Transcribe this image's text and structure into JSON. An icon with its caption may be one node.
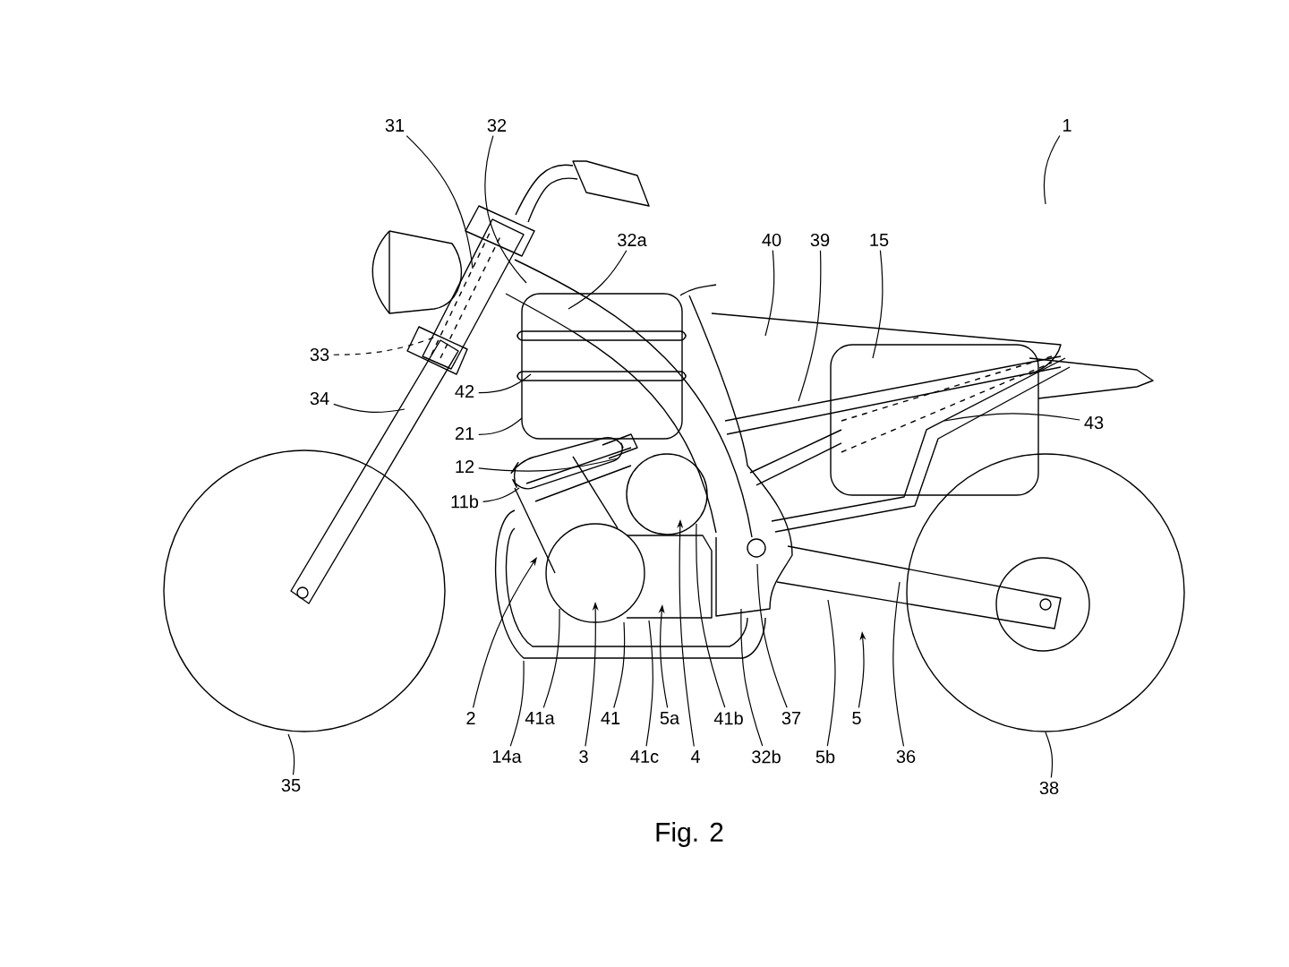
{
  "diagram": {
    "caption": "Fig. 2",
    "nodes": [
      {
        "text": [
          "1"
        ]
      },
      {
        "text": [
          "31"
        ]
      },
      {
        "text": [
          "32"
        ]
      },
      {
        "text": [
          "32a"
        ]
      },
      {
        "text": [
          "33"
        ]
      },
      {
        "text": [
          "34"
        ]
      },
      {
        "text": [
          "42"
        ]
      },
      {
        "text": [
          "21"
        ]
      },
      {
        "text": [
          "12"
        ]
      },
      {
        "text": [
          "11b"
        ]
      },
      {
        "text": [
          "2"
        ]
      },
      {
        "text": [
          "14a"
        ]
      },
      {
        "text": [
          "41a"
        ]
      },
      {
        "text": [
          "3"
        ]
      },
      {
        "text": [
          "41"
        ]
      },
      {
        "text": [
          "41c"
        ]
      },
      {
        "text": [
          "5a"
        ]
      },
      {
        "text": [
          "4"
        ]
      },
      {
        "text": [
          "41b"
        ]
      },
      {
        "text": [
          "32b"
        ]
      },
      {
        "text": [
          "37"
        ]
      },
      {
        "text": [
          "5"
        ]
      },
      {
        "text": [
          "5b"
        ]
      },
      {
        "text": [
          "36"
        ]
      },
      {
        "text": [
          "38"
        ]
      },
      {
        "text": [
          "35"
        ]
      },
      {
        "text": [
          "40"
        ]
      },
      {
        "text": [
          "39"
        ]
      },
      {
        "text": [
          "15"
        ]
      },
      {
        "text": [
          "43"
        ]
      }
    ],
    "edges": [
      {
        "from": 0,
        "to": null,
        "arrow": "none"
      },
      {
        "from": 1,
        "to": null,
        "arrow": "none"
      },
      {
        "from": 2,
        "to": null,
        "arrow": "none"
      },
      {
        "from": 3,
        "to": null,
        "arrow": "none"
      },
      {
        "from": 4,
        "to": null,
        "arrow": "none",
        "style": "dashed"
      },
      {
        "from": 5,
        "to": null,
        "arrow": "none"
      },
      {
        "from": 6,
        "to": null,
        "arrow": "none"
      },
      {
        "from": 7,
        "to": null,
        "arrow": "none"
      },
      {
        "from": 8,
        "to": null,
        "arrow": "none"
      },
      {
        "from": 9,
        "to": null,
        "arrow": "none"
      },
      {
        "from": 10,
        "to": null,
        "arrow": "to"
      },
      {
        "from": 11,
        "to": null,
        "arrow": "none"
      },
      {
        "from": 12,
        "to": null,
        "arrow": "none"
      },
      {
        "from": 13,
        "to": null,
        "arrow": "to"
      },
      {
        "from": 14,
        "to": null,
        "arrow": "none"
      },
      {
        "from": 15,
        "to": null,
        "arrow": "none"
      },
      {
        "from": 16,
        "to": null,
        "arrow": "to"
      },
      {
        "from": 17,
        "to": null,
        "arrow": "to"
      },
      {
        "from": 18,
        "to": null,
        "arrow": "none"
      },
      {
        "from": 19,
        "to": null,
        "arrow": "none"
      },
      {
        "from": 20,
        "to": null,
        "arrow": "none"
      },
      {
        "from": 21,
        "to": null,
        "arrow": "to"
      },
      {
        "from": 22,
        "to": null,
        "arrow": "none"
      },
      {
        "from": 23,
        "to": null,
        "arrow": "none"
      },
      {
        "from": 24,
        "to": null,
        "arrow": "none"
      },
      {
        "from": 25,
        "to": null,
        "arrow": "none"
      },
      {
        "from": 26,
        "to": null,
        "arrow": "none"
      },
      {
        "from": 27,
        "to": null,
        "arrow": "none"
      },
      {
        "from": 28,
        "to": null,
        "arrow": "none"
      },
      {
        "from": 29,
        "to": null,
        "arrow": "none"
      }
    ]
  }
}
